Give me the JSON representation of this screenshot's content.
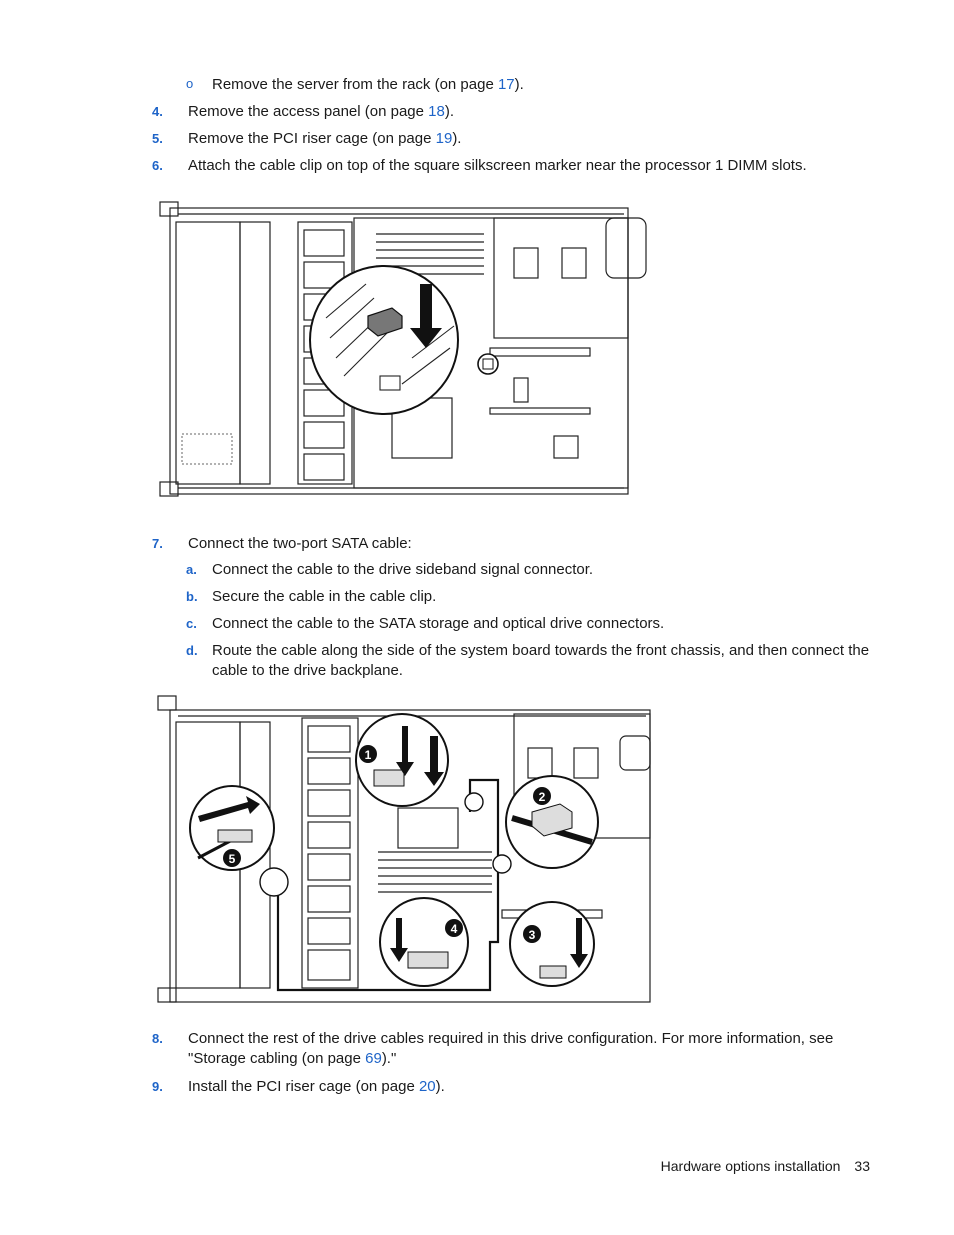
{
  "steps": {
    "sub_o": {
      "bullet": "o",
      "text_pre": "Remove the server from the rack (on page ",
      "link": "17",
      "text_post": ")."
    },
    "s4": {
      "num": "4.",
      "text_pre": "Remove the access panel (on page ",
      "link": "18",
      "text_post": ")."
    },
    "s5": {
      "num": "5.",
      "text_pre": "Remove the PCI riser cage (on page ",
      "link": "19",
      "text_post": ")."
    },
    "s6": {
      "num": "6.",
      "text": "Attach the cable clip on top of the square silkscreen marker near the processor 1 DIMM slots."
    },
    "s7": {
      "num": "7.",
      "text": "Connect the two-port SATA cable:"
    },
    "s7a": {
      "num": "a.",
      "text": "Connect the cable to the drive sideband signal connector."
    },
    "s7b": {
      "num": "b.",
      "text": "Secure the cable in the cable clip."
    },
    "s7c": {
      "num": "c.",
      "text": "Connect the cable to the SATA storage and optical drive connectors."
    },
    "s7d": {
      "num": "d.",
      "text": "Route the cable along the side of the system board towards the front chassis, and then connect the cable to the drive backplane."
    },
    "s8": {
      "num": "8.",
      "text_pre": "Connect the rest of the drive cables required in this drive configuration. For more information, see \"Storage cabling (on page ",
      "link": "69",
      "text_post": ").\""
    },
    "s9": {
      "num": "9.",
      "text_pre": "Install the PCI riser cage (on page ",
      "link": "20",
      "text_post": ")."
    }
  },
  "figure2_callouts": [
    "1",
    "2",
    "3",
    "4",
    "5"
  ],
  "footer": {
    "section": "Hardware options installation",
    "page": "33"
  }
}
